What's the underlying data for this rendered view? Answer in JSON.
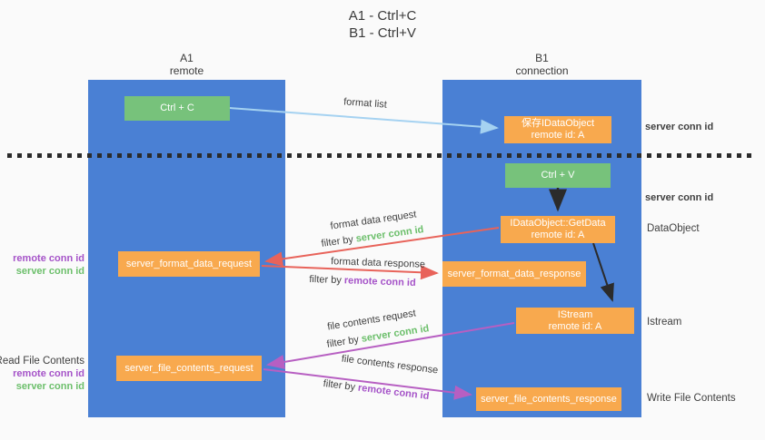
{
  "title": {
    "line1": "A1 - Ctrl+C",
    "line2": "B1 - Ctrl+V"
  },
  "columns": {
    "a1": {
      "name": "A1",
      "subtitle": "remote"
    },
    "b1": {
      "name": "B1",
      "subtitle": "connection"
    }
  },
  "nodes": {
    "ctrl_c": "Ctrl + C",
    "ctrl_v": "Ctrl + V",
    "save_obj": {
      "line1": "保存IDataObject",
      "line2": "remote id: A"
    },
    "getdata": {
      "line1": "IDataObject::GetData",
      "line2": "remote id: A"
    },
    "istream": {
      "line1": "IStream",
      "line2": "remote id: A"
    },
    "format_request": "server_format_data_request",
    "format_response": "server_format_data_response",
    "file_request": "server_file_contents_request",
    "file_response": "server_file_contents_response"
  },
  "flow_labels": {
    "format_list": "format list",
    "format_data_request": "format data request",
    "filter_server_1": {
      "prefix": "filter by ",
      "value": "server conn id"
    },
    "format_data_response": "format data response",
    "filter_remote_1": {
      "prefix": "filter by ",
      "value": "remote conn id"
    },
    "file_contents_request": "file contents request",
    "filter_server_2": {
      "prefix": "filter by ",
      "value": "server conn id"
    },
    "file_contents_response": "file contents response",
    "filter_remote_2": {
      "prefix": "filter by ",
      "value": "remote conn id"
    }
  },
  "side_labels": {
    "right": {
      "server_conn_top": "server conn id",
      "server_conn_mid": "server conn id",
      "dataobject": "DataObject",
      "istream": "Istream",
      "write_file": "Write File Contents"
    },
    "left": {
      "remote_conn_1": "remote conn id",
      "server_conn_1": "server conn id",
      "read_file": "Read File Contents",
      "remote_conn_2": "remote conn id",
      "server_conn_2": "server conn id"
    }
  },
  "colors": {
    "column_blue": "#4a80d4",
    "box_green": "#77c27b",
    "box_orange": "#f8a94e",
    "text_green": "#6cbf6b",
    "text_purple": "#a553c8",
    "arrow_red": "#e8635a",
    "arrow_purple": "#b75fc2",
    "arrow_blue": "#a5d2f1",
    "arrow_black": "#2b2b2b",
    "background": "#fafafa"
  }
}
